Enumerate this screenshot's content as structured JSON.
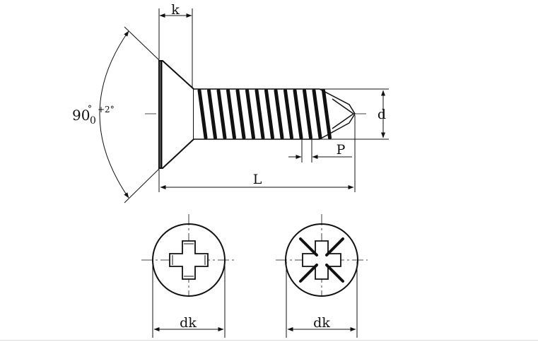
{
  "labels": {
    "head_height": "k",
    "thread_diameter": "d",
    "pitch": "P",
    "length": "L",
    "angle_value": "90",
    "angle_degree": "°",
    "angle_upper_tol": "+2°",
    "angle_lower_tol": "0",
    "head_diameter_phillips": "dk",
    "head_diameter_pozi": "dk"
  },
  "colors": {
    "ink": "#111111",
    "background": "#ffffff"
  }
}
